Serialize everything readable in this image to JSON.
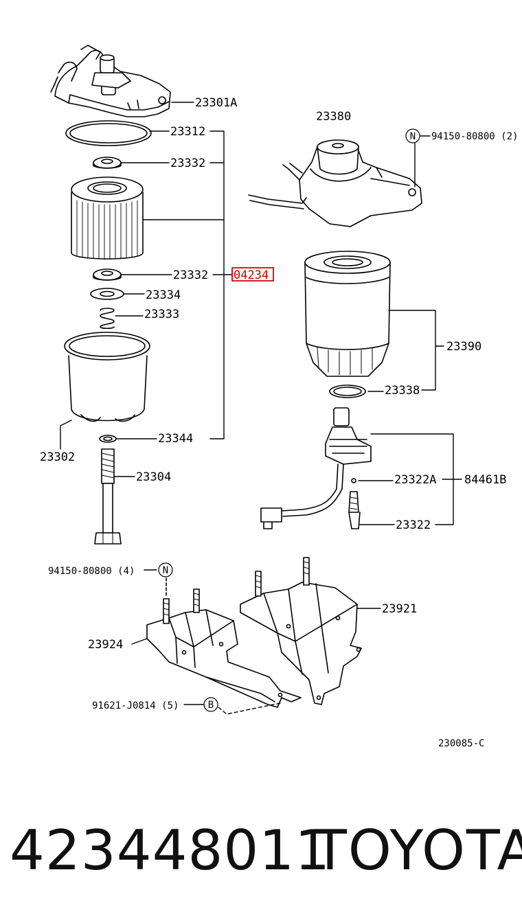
{
  "diagram": {
    "labels": {
      "p23301A": "23301A",
      "p23312": "23312",
      "p23332a": "23332",
      "p23332b": "23332",
      "p04234": "04234",
      "p23334": "23334",
      "p23333": "23333",
      "p23302": "23302",
      "p23344": "23344",
      "p23304": "23304",
      "p23380": "23380",
      "p94150_2": "94150-80800 (2)",
      "p23390": "23390",
      "p23338": "23338",
      "p23322A": "23322A",
      "p84461B": "84461B",
      "p23322": "23322",
      "p94150_4": "94150-80800 (4)",
      "p23921": "23921",
      "p23924": "23924",
      "p91621": "91621-J0814 (5)",
      "figure_code": "230085-C"
    },
    "markers": {
      "n1": "N",
      "n2": "N",
      "b": "B"
    }
  },
  "caption": {
    "part_number": "423448011",
    "brand": "TOYOTA"
  },
  "colors": {
    "highlight": "#cc0000",
    "line": "#000000"
  }
}
